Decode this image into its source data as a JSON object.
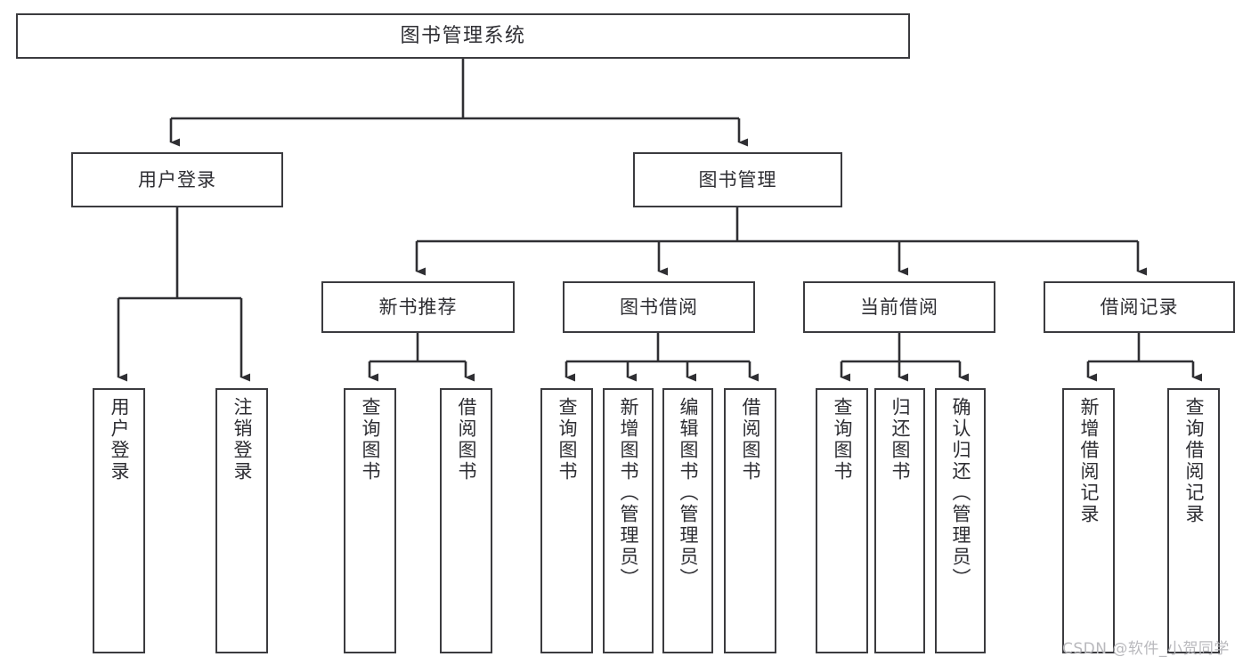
{
  "diagram": {
    "title": "图书管理系统",
    "type": "functional-structure-tree",
    "watermark": "CSDN @软件_小贺同学",
    "colors": {
      "background": "#ffffff",
      "node_border": "#3b3b3f",
      "node_fill": "#ffffff",
      "text": "#2e2e33",
      "edge": "#2f2f33",
      "watermark": "#b9b9bd"
    },
    "root": {
      "label": "图书管理系统"
    },
    "level1": [
      {
        "id": "user-login",
        "label": "用户登录"
      },
      {
        "id": "book-manage",
        "label": "图书管理"
      }
    ],
    "level2": [
      {
        "id": "new-book-recommend",
        "label": "新书推荐",
        "parent": "book-manage"
      },
      {
        "id": "book-borrow",
        "label": "图书借阅",
        "parent": "book-manage"
      },
      {
        "id": "current-borrow",
        "label": "当前借阅",
        "parent": "book-manage"
      },
      {
        "id": "borrow-record",
        "label": "借阅记录",
        "parent": "book-manage"
      }
    ],
    "leaves": [
      {
        "id": "leaf-user-login",
        "label": "用户登录",
        "parent": "user-login"
      },
      {
        "id": "leaf-logout-login",
        "label": "注销登录",
        "parent": "user-login"
      },
      {
        "id": "leaf-query-book-1",
        "label": "查询图书",
        "parent": "new-book-recommend"
      },
      {
        "id": "leaf-borrow-book-1",
        "label": "借阅图书",
        "parent": "new-book-recommend"
      },
      {
        "id": "leaf-query-book-2",
        "label": "查询图书",
        "parent": "book-borrow"
      },
      {
        "id": "leaf-add-book",
        "label": "新增图书（管理员）",
        "parent": "book-borrow"
      },
      {
        "id": "leaf-edit-book",
        "label": "编辑图书（管理员）",
        "parent": "book-borrow"
      },
      {
        "id": "leaf-borrow-book-2",
        "label": "借阅图书",
        "parent": "book-borrow"
      },
      {
        "id": "leaf-query-book-3",
        "label": "查询图书",
        "parent": "current-borrow"
      },
      {
        "id": "leaf-return-book",
        "label": "归还图书",
        "parent": "current-borrow"
      },
      {
        "id": "leaf-confirm-return",
        "label": "确认归还（管理员）",
        "parent": "current-borrow"
      },
      {
        "id": "leaf-add-record",
        "label": "新增借阅记录",
        "parent": "borrow-record"
      },
      {
        "id": "leaf-query-record",
        "label": "查询借阅记录",
        "parent": "borrow-record"
      }
    ]
  }
}
